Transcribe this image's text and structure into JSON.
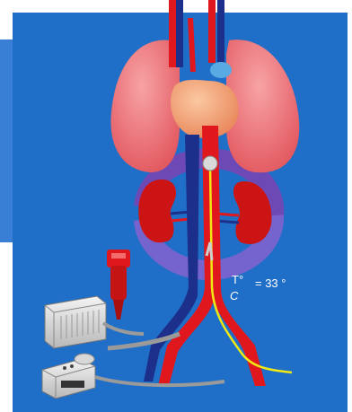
{
  "annotation": {
    "temp_symbol": "T°",
    "temp_value": "= 33 °",
    "temp_unit": "C"
  },
  "colors": {
    "background": "#1f6fc8",
    "artery": "#e0181e",
    "vein": "#1c2f8a",
    "lung": "#ef7a80",
    "heart": "#f5a679",
    "kidney": "#cc1414",
    "catheter": "#f2e812",
    "ring": "#8e4fc4"
  },
  "icons": [
    "lungs-icon",
    "heart-icon",
    "kidneys-icon",
    "aorta-icon",
    "balloon-pump-icon",
    "console-icon",
    "controller-icon",
    "catheter-icon"
  ]
}
